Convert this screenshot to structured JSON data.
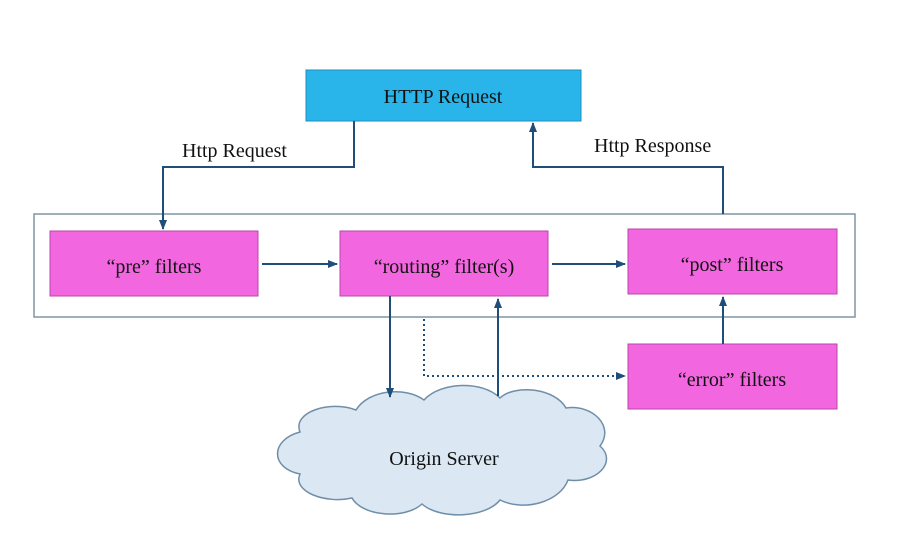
{
  "diagram": {
    "nodes": {
      "http_request": "HTTP Request",
      "pre_filters": "“pre” filters",
      "routing_filters": "“routing” filter(s)",
      "post_filters": "“post” filters",
      "error_filters": "“error” filters",
      "origin_server": "Origin Server"
    },
    "edges": {
      "request_label": "Http Request",
      "response_label": "Http Response"
    }
  },
  "colors": {
    "http_request_fill": "#29b5ea",
    "filter_fill": "#f266e0",
    "cloud_fill": "#dbe8f3",
    "arrow": "#1f4e79"
  }
}
